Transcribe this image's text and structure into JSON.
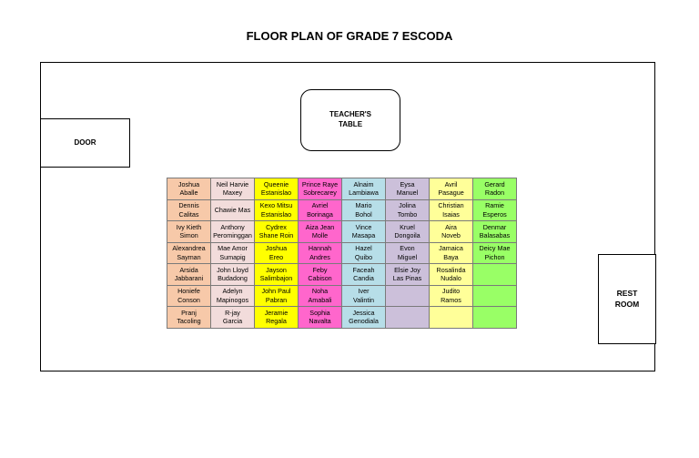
{
  "title": "FLOOR PLAN OF GRADE 7 ESCODA",
  "door_label": "DOOR",
  "teacher_table_label": "TEACHER'S\nTABLE",
  "rest_room_label": "REST\nROOM",
  "column_colors": [
    "#f7c9a9",
    "#f2dcdb",
    "#ffff00",
    "#ff66cc",
    "#b7dee8",
    "#ccc0da",
    "#ffff99",
    "#99ff66"
  ],
  "seats": [
    [
      "Joshua\nAballe",
      "Neil Harvie\nMaxey",
      "Queenie\nEstanislao",
      "Prince Raye\nSobrecarey",
      "Alnaim\nLambiawa",
      "Eysa\nManuel",
      "Avril\nPasague",
      "Gerard\nRadon"
    ],
    [
      "Dennis\nCalitas",
      "Chawie Mas",
      "Kexo Mitsu\nEstanislao",
      "Avriel\nBorinaga",
      "Mario\nBohol",
      "Jolina\nTombo",
      "Christian\nIsaias",
      "Ramie\nEsperos"
    ],
    [
      "Ivy Kieth\nSimon",
      "Anthony\nPerominggan",
      "Cydrex\nShane Roin",
      "Aiza Jean\nMolle",
      "Vince\nMasapa",
      "Kruel\nDongoila",
      "Aira\nNoveb",
      "Denmar\nBalasabas"
    ],
    [
      "Alexandrea\nSayman",
      "Mae Amor\nSumapig",
      "Joshua\nEreo",
      "Hannah\nAndres",
      "Hazel\nQuibo",
      "Evon\nMiguel",
      "Jamaica\nBaya",
      "Deicy Mae\nPichon"
    ],
    [
      "Arsida\nJabbarani",
      "John Lloyd\nBudadong",
      "Jayson\nSalimbajon",
      "Feby\nCabison",
      "Faceah\nCandia",
      "Elsie Joy\nLas Pinas",
      "Rosalinda\nNudalo",
      ""
    ],
    [
      "Honiefe\nConson",
      "Adelyn\nMapinogos",
      "John Paul\nPabran",
      "Noha\nAmabali",
      "Iver\nValintin",
      "",
      "Judito\nRamos",
      ""
    ],
    [
      "Pranj\nTacoling",
      "R-jay\nGarcia",
      "Jeramie\nRegala",
      "Sophia\nNavalta",
      "Jessica\nGenodiala",
      "",
      "",
      ""
    ]
  ]
}
